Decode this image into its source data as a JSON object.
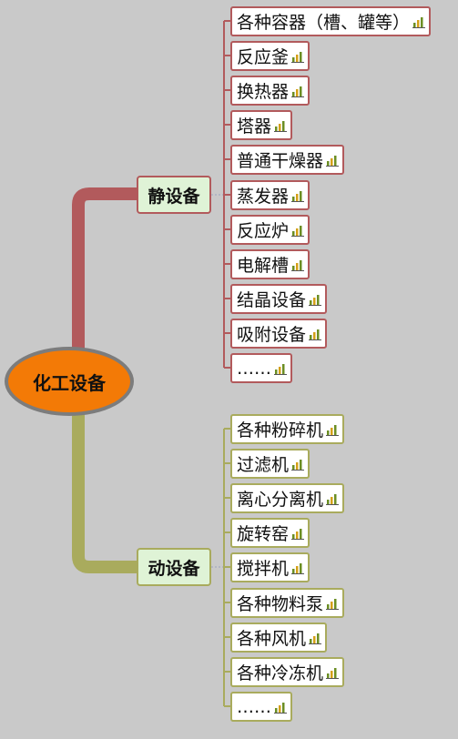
{
  "root": {
    "label": "化工设备"
  },
  "branches": [
    {
      "label": "静设备",
      "color": "#b25a5c",
      "items": [
        "各种容器（槽、罐等）",
        "反应釜",
        "换热器",
        "塔器",
        "普通干燥器",
        "蒸发器",
        "反应炉",
        "电解槽",
        "结晶设备",
        "吸附设备",
        "……"
      ]
    },
    {
      "label": "动设备",
      "color": "#a9ab5d",
      "items": [
        "各种粉碎机",
        "过滤机",
        "离心分离机",
        "旋转窑",
        "搅拌机",
        "各种物料泵",
        "各种风机",
        "各种冷冻机",
        "……"
      ]
    }
  ],
  "leaf_icon": "chart-icon"
}
